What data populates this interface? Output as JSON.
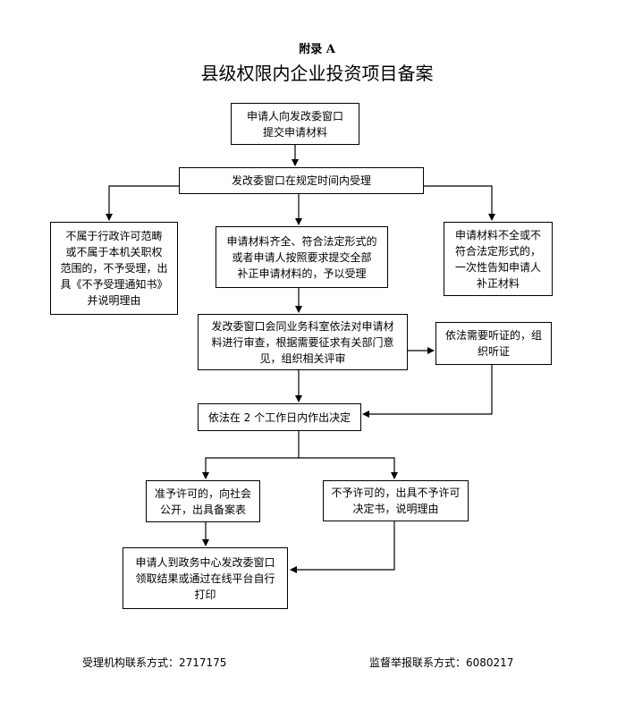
{
  "appendix_label": "附录 A",
  "title": "县级权限内企业投资项目备案",
  "nodes": {
    "submit": "申请人向发改委窗口\n提交申请材料",
    "accept": "发改委窗口在规定时间内受理",
    "reject_scope": "不属于行政许可范畴\n或不属于本机关职权\n范围的，不予受理，出\n具《不予受理通知书》\n并说明理由",
    "complete": "申请材料齐全、符合法定形式的\n或者申请人按照要求提交全部\n补正申请材料的，予以受理",
    "incomplete": "申请材料不全或不\n符合法定形式的，\n一次性告知申请人\n补正材料",
    "review": "发改委窗口会同业务科室依法对申请材\n料进行审查，根据需要征求有关部门意\n见，组织相关评审",
    "hearing": "依法需要听证的，组\n织听证",
    "decision": "依法在 2 个工作日内作出决定",
    "approve": "准予许可的，向社会\n公开，出具备案表",
    "deny": "不予许可的，出具不予许可\n决定书，说明理由",
    "collect": "申请人到政务中心发改委窗口\n领取结果或通过在线平台自行\n打印"
  },
  "footer": {
    "contact": "受理机构联系方式：2717175",
    "supervision": "监督举报联系方式：6080217"
  }
}
